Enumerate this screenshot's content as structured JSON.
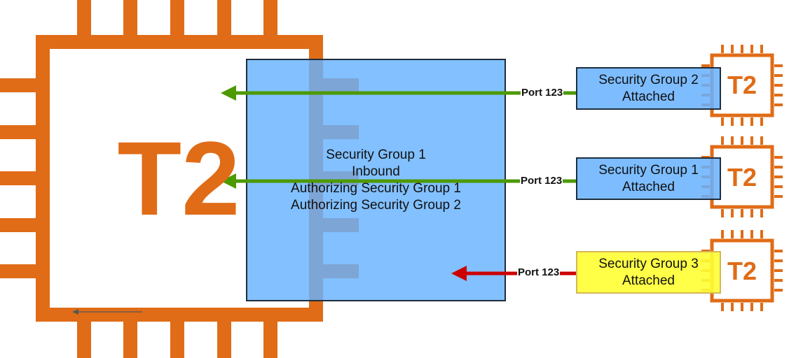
{
  "main_instance": {
    "label": "T2",
    "security_group": {
      "lines": [
        "Security Group 1",
        "Inbound",
        "Authorizing Security Group 1",
        "Authorizing Security Group 2"
      ]
    }
  },
  "remote_instances": [
    {
      "label": "T2",
      "group_line1": "Security Group 2",
      "group_line2": "Attached",
      "port": "Port 123",
      "allowed": true
    },
    {
      "label": "T2",
      "group_line1": "Security Group 1",
      "group_line2": "Attached",
      "port": "Port 123",
      "allowed": true
    },
    {
      "label": "T2",
      "group_line1": "Security Group 3",
      "group_line2": "Attached",
      "port": "Port 123",
      "allowed": false
    }
  ],
  "colors": {
    "chip_orange": "#e06c17",
    "sg_blue": "#66b2ff",
    "sg_blue_border": "#1f2d3d",
    "sg3_yellow": "#ffff33",
    "sg3_border": "#d6b656",
    "allow_arrow": "#4d9900",
    "deny_arrow": "#cc0000"
  }
}
